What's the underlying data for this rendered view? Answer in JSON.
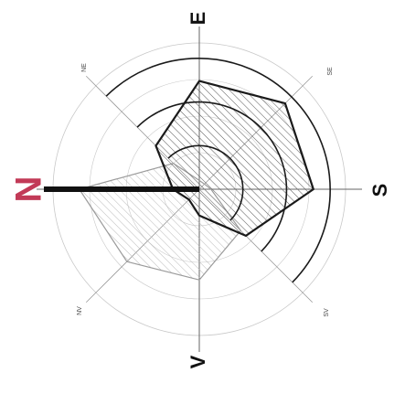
{
  "labels": {
    "north": "N",
    "east": "E",
    "south": "S",
    "west": "V",
    "northeast": "NE",
    "southeast": "SE",
    "southwest": "SV",
    "northwest": "NV"
  },
  "colors": {
    "north_accent": "#c23a57",
    "main_outline": "#1a1a1a",
    "secondary_area": "#9b9b9b",
    "grid": "#c8c8c8"
  },
  "diagram": {
    "type": "wind-rose",
    "rings": 4,
    "primary_polygon": {
      "N": 0.18,
      "NE": 0.42,
      "E": 0.74,
      "SE": 0.83,
      "S": 0.78,
      "SV": 0.45,
      "V": 0.18,
      "NV": 0.1
    },
    "secondary_polygon": {
      "N": 0.82,
      "NE": 0.25,
      "E": 0.06,
      "SE": 0.05,
      "S": 0.08,
      "SV": 0.4,
      "V": 0.62,
      "NV": 0.7
    }
  }
}
